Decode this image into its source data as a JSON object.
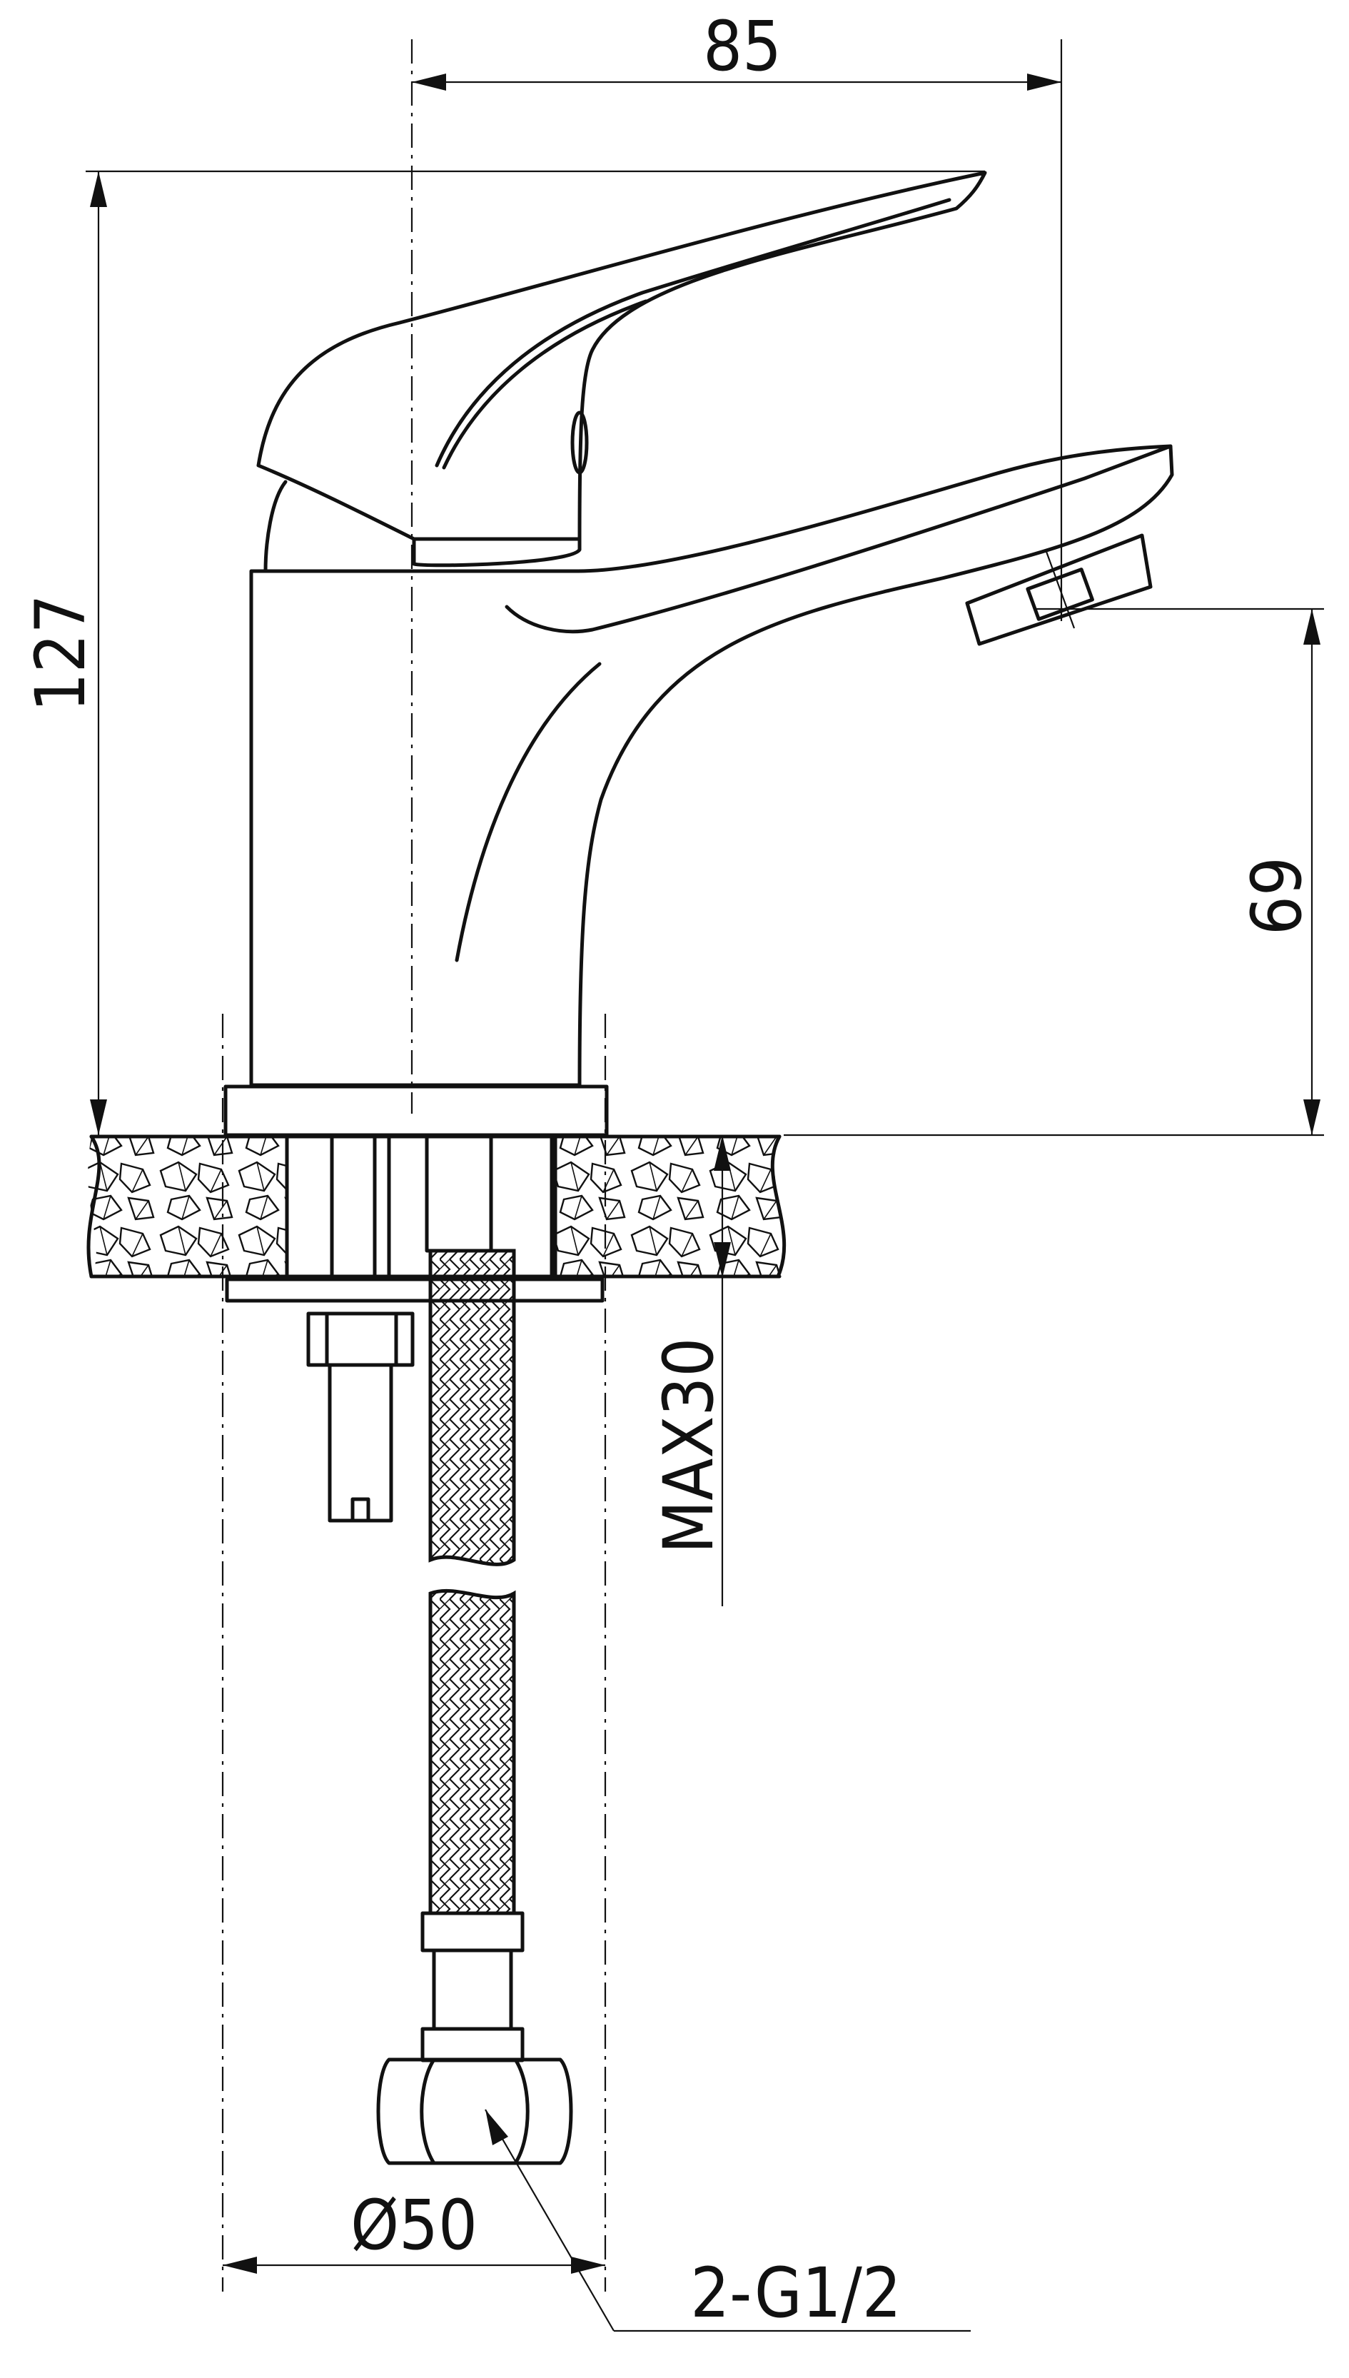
{
  "labels": {
    "width_top": "85",
    "height_total": "127",
    "spout_height": "69",
    "max_thickness": "MAX30",
    "base_diameter": "Ø50",
    "connection": "2-G1/2"
  }
}
